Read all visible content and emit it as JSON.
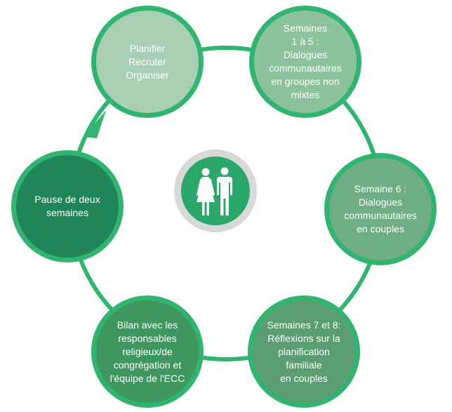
{
  "stages": [
    {
      "lines": [
        "Planifier",
        "Recruter",
        "Organiser"
      ],
      "fill": "#a8cfb4",
      "ring": "#2fb56f"
    },
    {
      "lines": [
        "Semaines",
        "1 à 5 :",
        "Dialogues",
        "communautaires",
        "en groupes non",
        "mixtes"
      ],
      "fill": "#8cc39c",
      "ring": "#2fb56f"
    },
    {
      "lines": [
        "Semaine 6 :",
        "Dialogues",
        "communautaires",
        "en couples"
      ],
      "fill": "#6fae84",
      "ring": "#2fb56f"
    },
    {
      "lines": [
        "Semaines 7 et 8:",
        "Réflexions sur la",
        "planification familiale",
        "en couples"
      ],
      "fill": "#5a9d70",
      "ring": "#2fb56f"
    },
    {
      "lines": [
        "Bilan avec les",
        "responsables",
        "religieux/de",
        "congrégation et",
        "l'équipe de l'ECC"
      ],
      "fill": "#3f9760",
      "ring": "#2fb56f"
    },
    {
      "lines": [
        "Pause de deux",
        "semaines"
      ],
      "fill": "#20865a",
      "ring": "#2fb56f"
    }
  ],
  "colors": {
    "cycle_line": "#2fb56f",
    "center_ring": "#d8d8d8",
    "center_fill": "#2aa86a",
    "people_icon": "#ffffff"
  },
  "center_icon": "man-and-woman-icon"
}
